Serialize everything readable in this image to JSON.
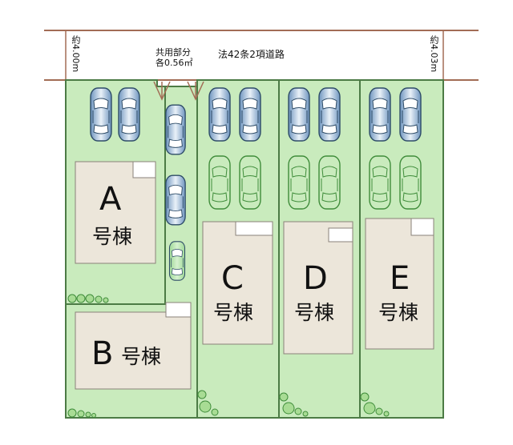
{
  "road": {
    "name": "法42条2項道路",
    "width_left": "約4.00m",
    "width_right": "約4.03m",
    "shared_note_line1": "共用部分",
    "shared_note_line2": "各0.56㎡"
  },
  "houses": [
    {
      "id": "A",
      "letter": "A",
      "suffix": "号棟"
    },
    {
      "id": "B",
      "letter": "B",
      "suffix": "号棟"
    },
    {
      "id": "C",
      "letter": "C",
      "suffix": "号棟"
    },
    {
      "id": "D",
      "letter": "D",
      "suffix": "号棟"
    },
    {
      "id": "E",
      "letter": "E",
      "suffix": "号棟"
    }
  ],
  "colors": {
    "lot_green": "#c9ebbd",
    "lot_border": "#4c7b45",
    "road_line": "#a26c55",
    "house_fill": "#ece6da",
    "car_blue": "#9fbdd8",
    "car_green": "#7fc479",
    "tree": "#a8dc94"
  }
}
